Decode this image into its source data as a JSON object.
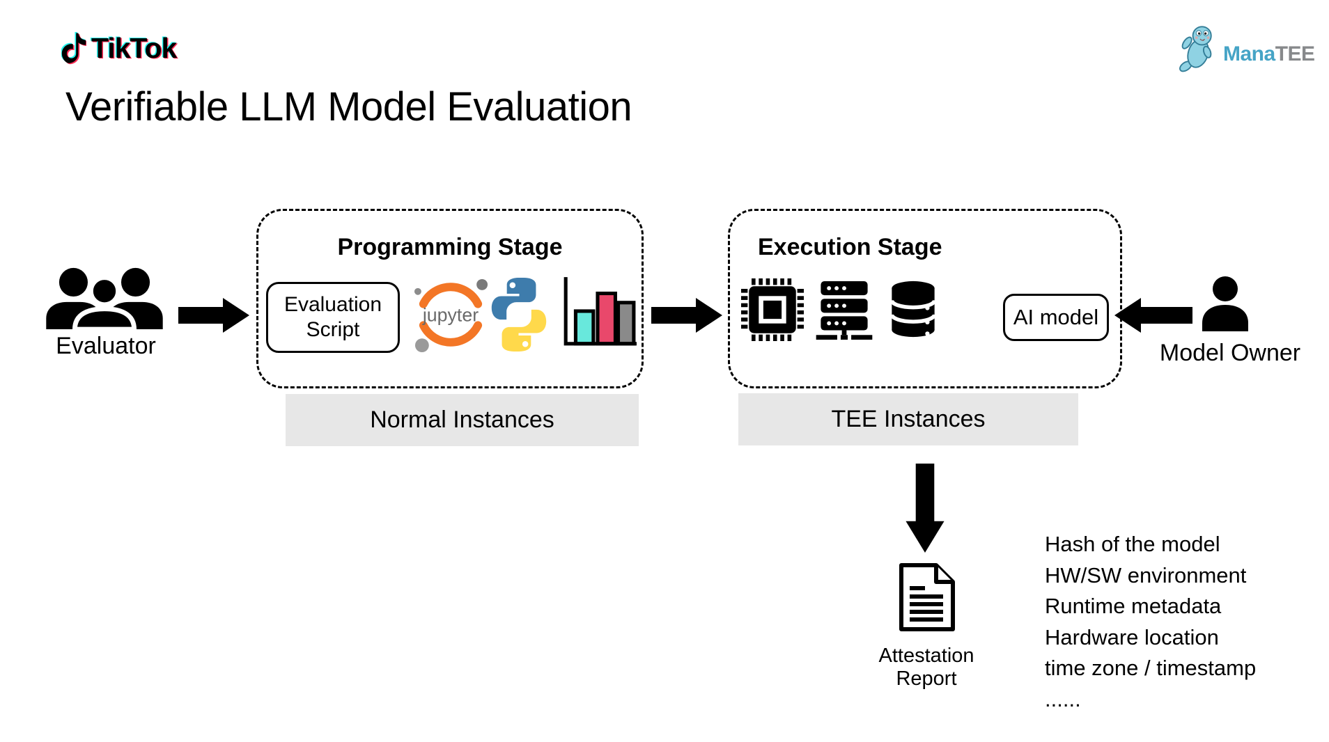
{
  "header": {
    "tiktok_logo_text": "TikTok",
    "manatee_logo_blue": "Mana",
    "manatee_logo_gray": "TEE",
    "title": "Verifiable LLM Model Evaluation"
  },
  "left_actor": {
    "label": "Evaluator"
  },
  "right_actor": {
    "label": "Model Owner"
  },
  "programming_stage": {
    "title": "Programming Stage",
    "evaluation_script_label": "Evaluation Script",
    "jupyter_wordmark": "jupyter",
    "instances_label": "Normal Instances"
  },
  "execution_stage": {
    "title": "Execution Stage",
    "ai_model_label": "AI model",
    "instances_label": "TEE Instances"
  },
  "attestation": {
    "report_label": "Attestation Report",
    "details": [
      "Hash of the model",
      "HW/SW environment",
      "Runtime metadata",
      "Hardware location",
      "time zone / timestamp",
      "......"
    ]
  },
  "colors": {
    "tiktok_cyan": "#25F4EE",
    "tiktok_red": "#FE2C55",
    "manatee_blue": "#46A4C6",
    "manatee_gray": "#87898B",
    "instance_bar_gray": "#E7E7E7",
    "jupyter_orange": "#F37626",
    "python_blue": "#3E7CAC",
    "python_yellow": "#FFD94B",
    "chart_bar_cyan": "#68E8DC",
    "chart_bar_red": "#E9486B",
    "chart_bar_gray": "#8A8A8A"
  }
}
